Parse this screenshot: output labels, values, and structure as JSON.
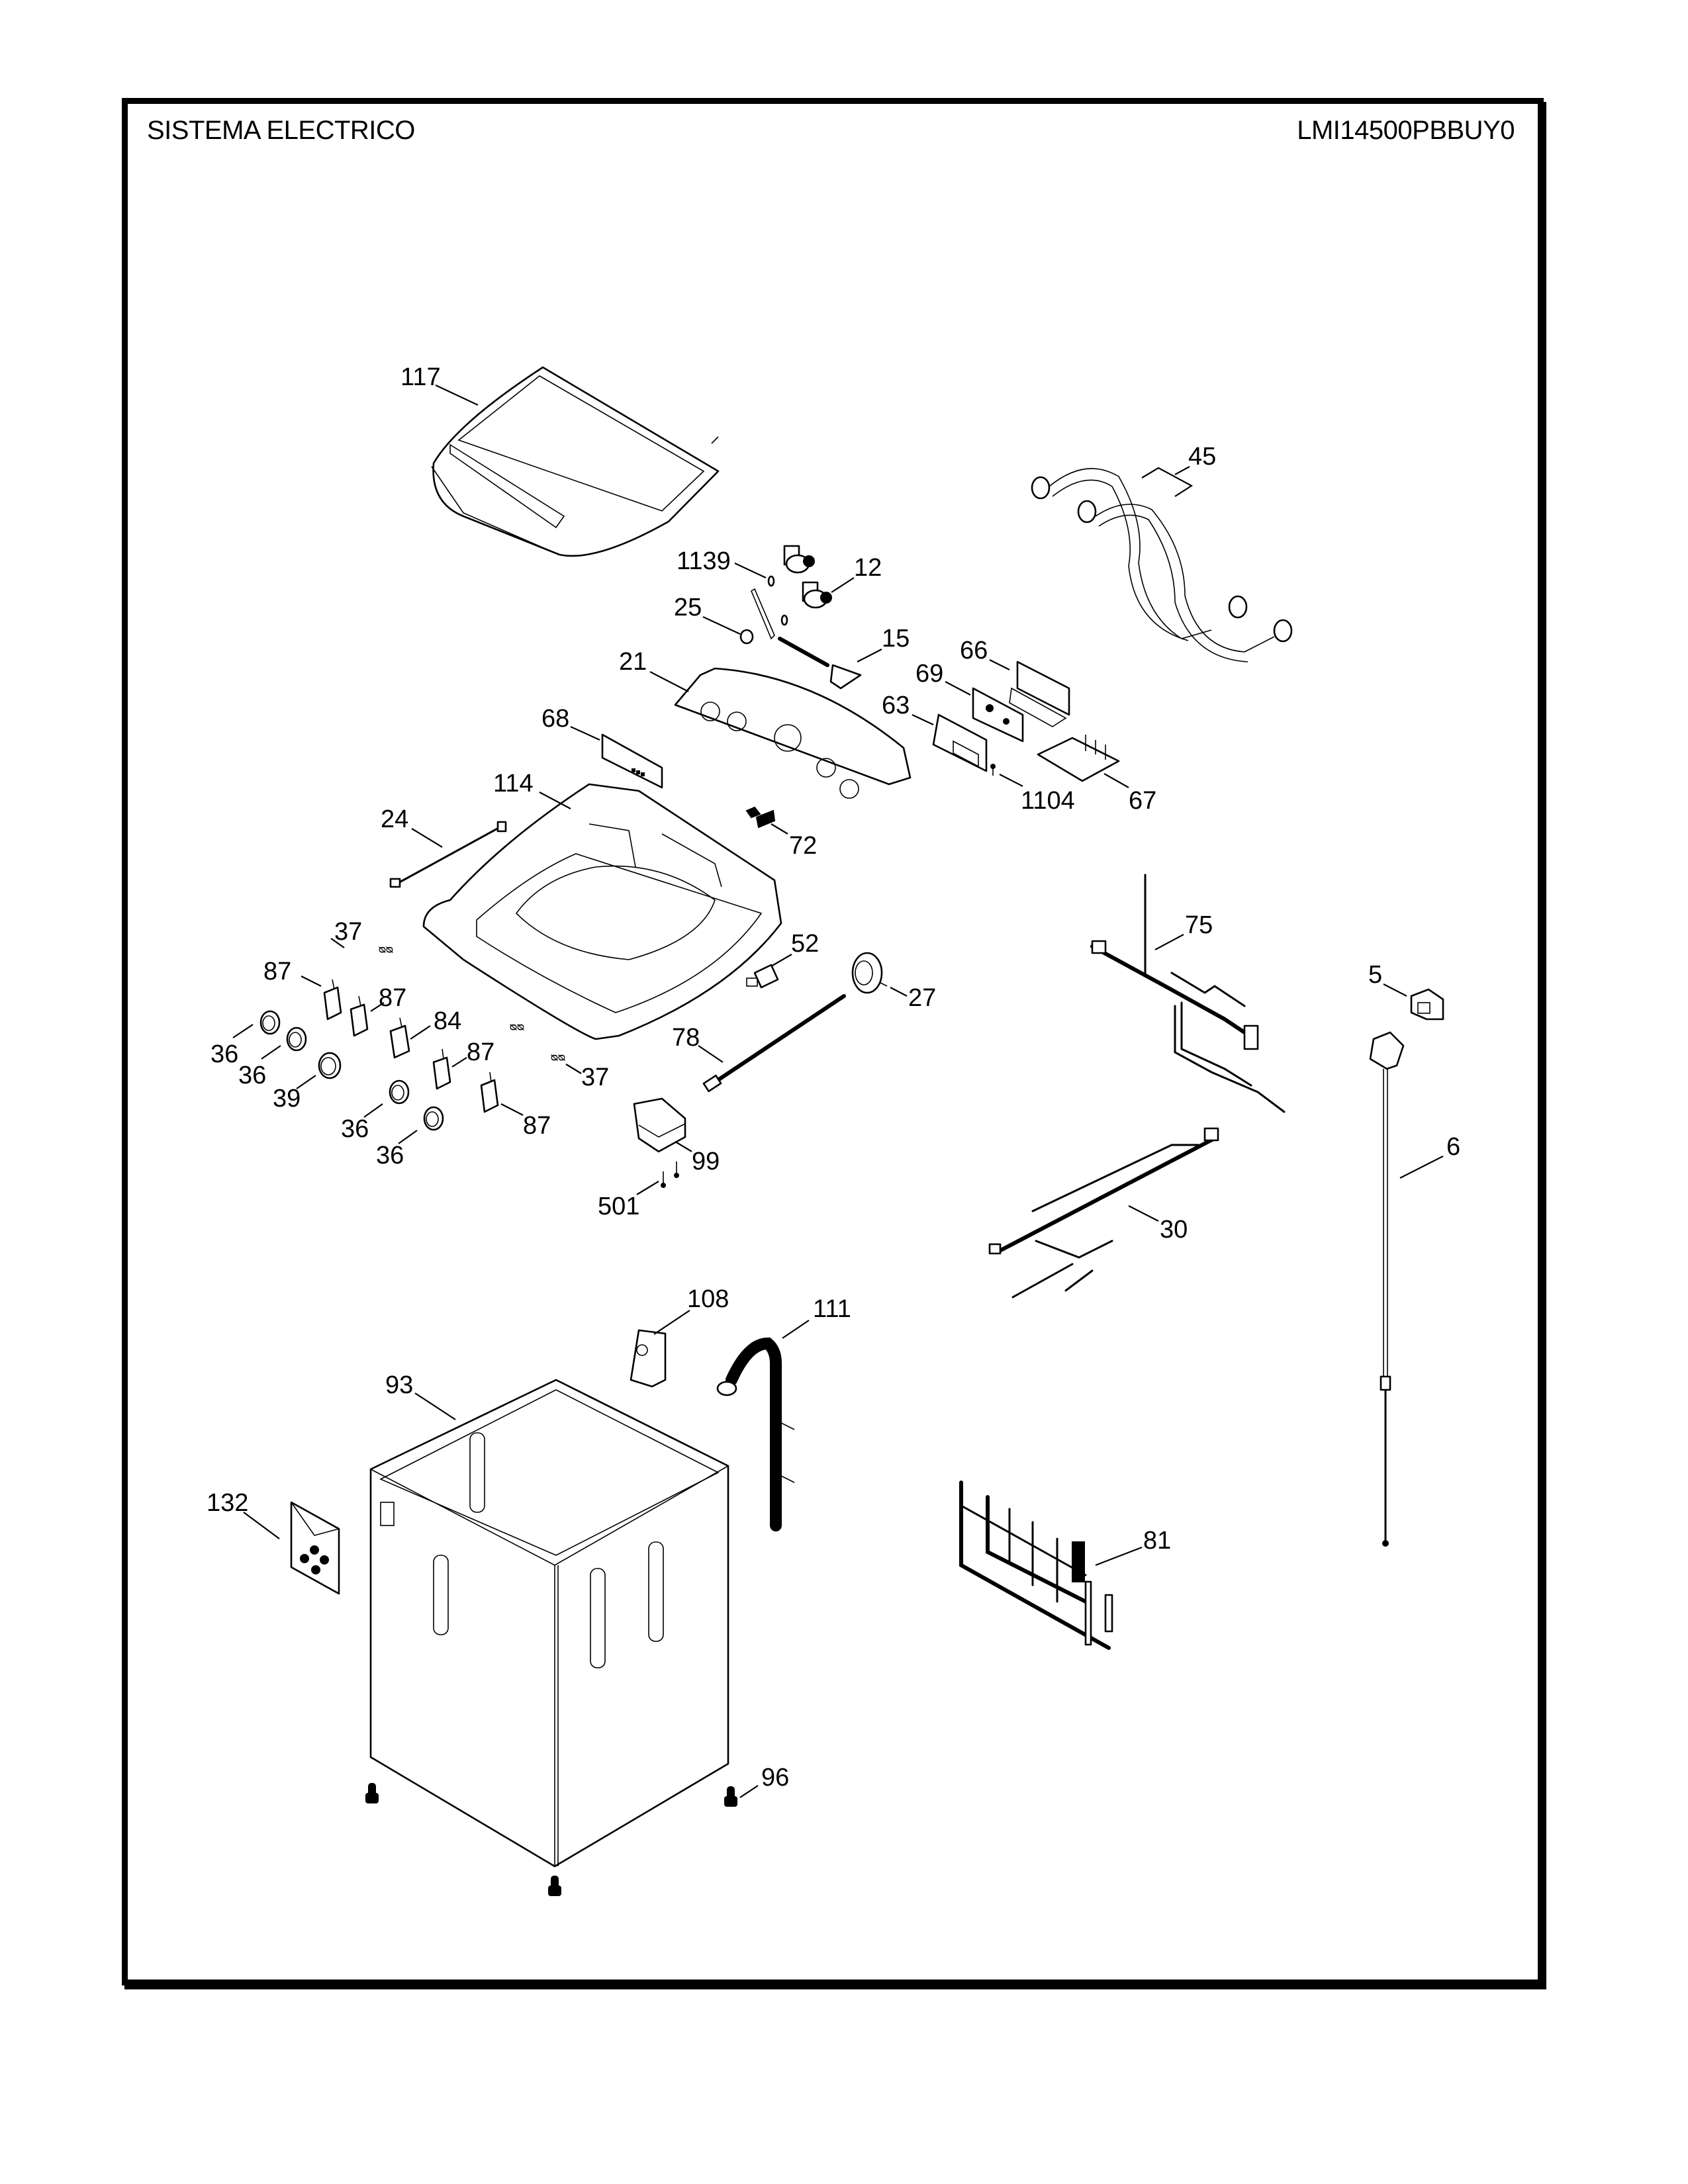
{
  "header": {
    "section_title": "SISTEMA ELECTRICO",
    "model_number": "LMI14500PBBUY0"
  },
  "parts": [
    {
      "id": "p117",
      "label": "117",
      "name": "top-cover-lid"
    },
    {
      "id": "p45",
      "label": "45",
      "name": "inlet-hoses"
    },
    {
      "id": "p1139",
      "label": "1139",
      "name": "valve-clamp"
    },
    {
      "id": "p12",
      "label": "12",
      "name": "inlet-valve"
    },
    {
      "id": "p25",
      "label": "25",
      "name": "hose-clamp"
    },
    {
      "id": "p15",
      "label": "15",
      "name": "inlet-hose-nozzle"
    },
    {
      "id": "p66",
      "label": "66",
      "name": "board-bracket"
    },
    {
      "id": "p21",
      "label": "21",
      "name": "control-panel"
    },
    {
      "id": "p69",
      "label": "69",
      "name": "control-board"
    },
    {
      "id": "p63",
      "label": "63",
      "name": "board-cover"
    },
    {
      "id": "p68",
      "label": "68",
      "name": "panel-decor-trim"
    },
    {
      "id": "p1104",
      "label": "1104",
      "name": "screw"
    },
    {
      "id": "p67",
      "label": "67",
      "name": "display-board"
    },
    {
      "id": "p114",
      "label": "114",
      "name": "top-frame"
    },
    {
      "id": "p24",
      "label": "24",
      "name": "lid-switch-harness"
    },
    {
      "id": "p72",
      "label": "72",
      "name": "connector"
    },
    {
      "id": "p37a",
      "label": "37",
      "name": "clip"
    },
    {
      "id": "p52",
      "label": "52",
      "name": "lid-switch"
    },
    {
      "id": "p27",
      "label": "27",
      "name": "pressure-switch"
    },
    {
      "id": "p75",
      "label": "75",
      "name": "main-harness"
    },
    {
      "id": "p5",
      "label": "5",
      "name": "power-cord-strain-relief"
    },
    {
      "id": "p87a",
      "label": "87",
      "name": "switch"
    },
    {
      "id": "p87b",
      "label": "87",
      "name": "switch"
    },
    {
      "id": "p84",
      "label": "84",
      "name": "rotary-switch"
    },
    {
      "id": "p87c",
      "label": "87",
      "name": "switch"
    },
    {
      "id": "p87d",
      "label": "87",
      "name": "switch"
    },
    {
      "id": "p36a",
      "label": "36",
      "name": "knob"
    },
    {
      "id": "p36b",
      "label": "36",
      "name": "knob"
    },
    {
      "id": "p39",
      "label": "39",
      "name": "knob-large"
    },
    {
      "id": "p36c",
      "label": "36",
      "name": "knob"
    },
    {
      "id": "p36d",
      "label": "36",
      "name": "knob"
    },
    {
      "id": "p37b",
      "label": "37",
      "name": "clip"
    },
    {
      "id": "p78",
      "label": "78",
      "name": "pressure-tube"
    },
    {
      "id": "p6",
      "label": "6",
      "name": "power-cord"
    },
    {
      "id": "p99",
      "label": "99",
      "name": "capacitor-block"
    },
    {
      "id": "p501",
      "label": "501",
      "name": "screw"
    },
    {
      "id": "p30",
      "label": "30",
      "name": "harness-lower"
    },
    {
      "id": "p108",
      "label": "108",
      "name": "hose-guide"
    },
    {
      "id": "p111",
      "label": "111",
      "name": "drain-hose"
    },
    {
      "id": "p93",
      "label": "93",
      "name": "cabinet"
    },
    {
      "id": "p132",
      "label": "132",
      "name": "leg-kit"
    },
    {
      "id": "p81",
      "label": "81",
      "name": "motor-harness"
    },
    {
      "id": "p96",
      "label": "96",
      "name": "leveling-foot"
    }
  ]
}
